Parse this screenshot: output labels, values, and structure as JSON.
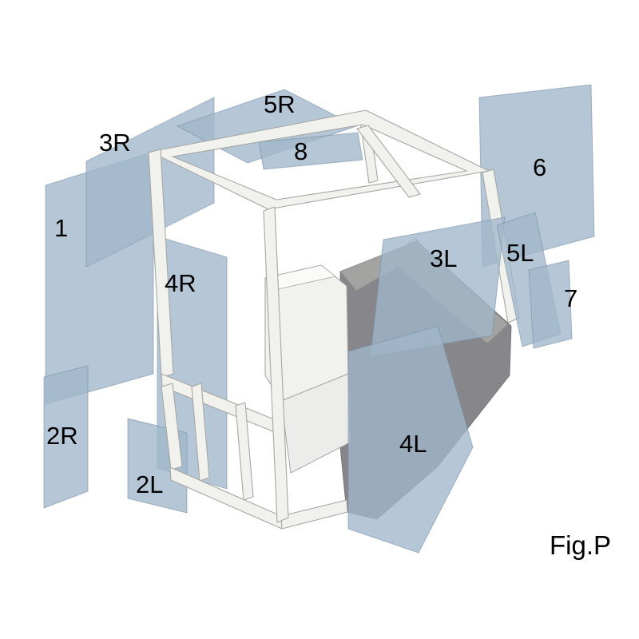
{
  "diagram": {
    "caption": "Fig.P",
    "parts": [
      {
        "id": "1",
        "label": "1"
      },
      {
        "id": "2R",
        "label": "2R"
      },
      {
        "id": "2L",
        "label": "2L"
      },
      {
        "id": "3R",
        "label": "3R"
      },
      {
        "id": "3L",
        "label": "3L"
      },
      {
        "id": "4R",
        "label": "4R"
      },
      {
        "id": "4L",
        "label": "4L"
      },
      {
        "id": "5R",
        "label": "5R"
      },
      {
        "id": "5L",
        "label": "5L"
      },
      {
        "id": "6",
        "label": "6"
      },
      {
        "id": "7",
        "label": "7"
      },
      {
        "id": "8",
        "label": "8"
      }
    ]
  },
  "colors": {
    "background": "#ffffff",
    "glass": "#a0b7cb",
    "glass_edge": "#7890a6",
    "frame_fill": "#f1f1ee",
    "frame_edge": "#a6a6a2",
    "body_dark": "#86868b",
    "body_mid": "#a3a3a1",
    "label": "#000000"
  }
}
